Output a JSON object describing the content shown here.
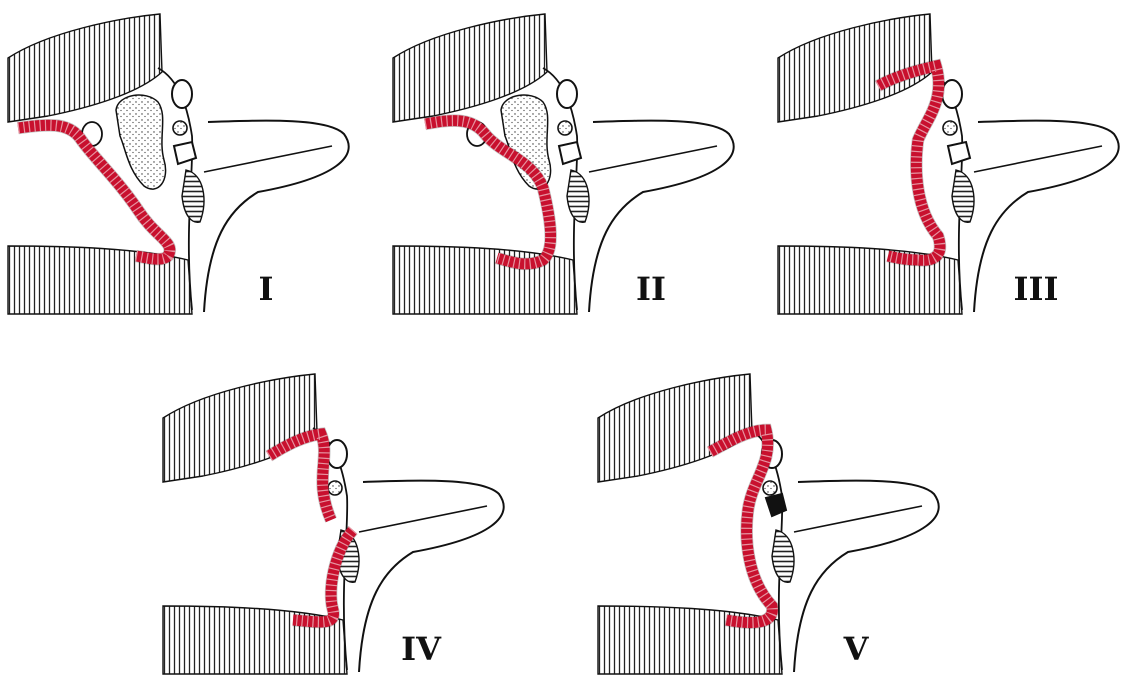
{
  "panels": [
    {
      "label": "I",
      "variant": "full"
    },
    {
      "label": "II",
      "variant": "full"
    },
    {
      "label": "III",
      "variant": "no-middle-ear-mass"
    },
    {
      "label": "IV",
      "variant": "gap"
    },
    {
      "label": "V",
      "variant": "black-ossicle"
    }
  ],
  "colors": {
    "graft": "#c8102e",
    "outline": "#111111",
    "hatch": "#222222",
    "background": "#ffffff"
  }
}
